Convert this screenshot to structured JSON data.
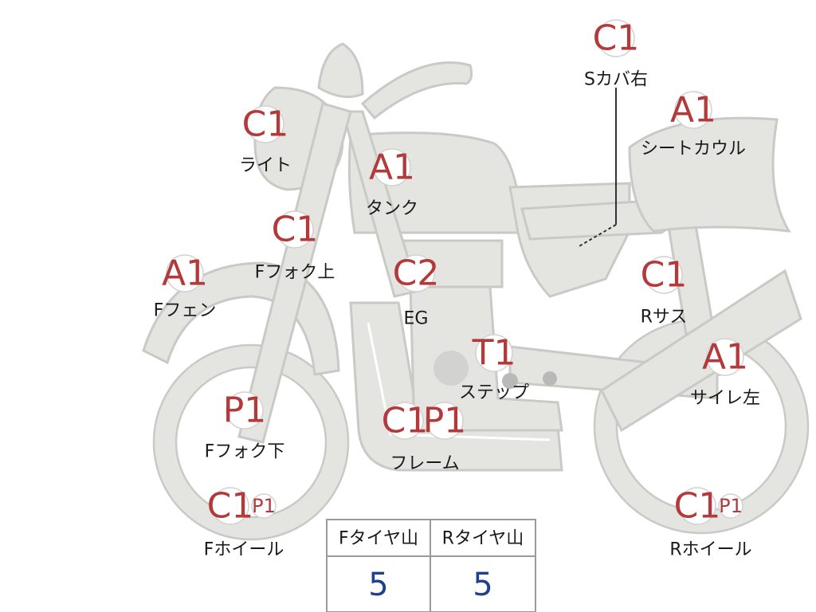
{
  "parts": [
    {
      "id": "s-cover-right",
      "codes": [
        {
          "text": "C1",
          "size": "large"
        }
      ],
      "label": "Sカバ右"
    },
    {
      "id": "seat-cowl",
      "codes": [
        {
          "text": "A1",
          "size": "large"
        }
      ],
      "label": "シートカウル"
    },
    {
      "id": "light",
      "codes": [
        {
          "text": "C1",
          "size": "large"
        }
      ],
      "label": "ライト"
    },
    {
      "id": "tank",
      "codes": [
        {
          "text": "A1",
          "size": "large"
        }
      ],
      "label": "タンク"
    },
    {
      "id": "f-fork-upper",
      "codes": [
        {
          "text": "C1",
          "size": "large"
        }
      ],
      "label": "Fフォク上"
    },
    {
      "id": "f-fender",
      "codes": [
        {
          "text": "A1",
          "size": "large"
        }
      ],
      "label": "Fフェン"
    },
    {
      "id": "engine",
      "codes": [
        {
          "text": "C2",
          "size": "large"
        }
      ],
      "label": "EG"
    },
    {
      "id": "r-suspension",
      "codes": [
        {
          "text": "C1",
          "size": "large"
        }
      ],
      "label": "Rサス"
    },
    {
      "id": "step",
      "codes": [
        {
          "text": "T1",
          "size": "large"
        }
      ],
      "label": "ステップ"
    },
    {
      "id": "silencer-left",
      "codes": [
        {
          "text": "A1",
          "size": "large"
        }
      ],
      "label": "サイレ左"
    },
    {
      "id": "f-fork-lower",
      "codes": [
        {
          "text": "P1",
          "size": "large"
        }
      ],
      "label": "Fフォク下"
    },
    {
      "id": "frame",
      "codes": [
        {
          "text": "C1",
          "size": "large"
        },
        {
          "text": "P1",
          "size": "large"
        }
      ],
      "label": "フレーム"
    },
    {
      "id": "f-wheel",
      "codes": [
        {
          "text": "C1",
          "size": "large"
        },
        {
          "text": "P1",
          "size": "small"
        }
      ],
      "label": "Fホイール"
    },
    {
      "id": "r-wheel",
      "codes": [
        {
          "text": "C1",
          "size": "large"
        },
        {
          "text": "P1",
          "size": "small"
        }
      ],
      "label": "Rホイール"
    }
  ],
  "tire_table": {
    "headers": [
      "Fタイヤ山",
      "Rタイヤ山"
    ],
    "values": [
      "5",
      "5"
    ]
  },
  "colors": {
    "code_red": "#b23a3a",
    "value_blue": "#1f3f8f",
    "part_fill": "#e4e4e0"
  }
}
